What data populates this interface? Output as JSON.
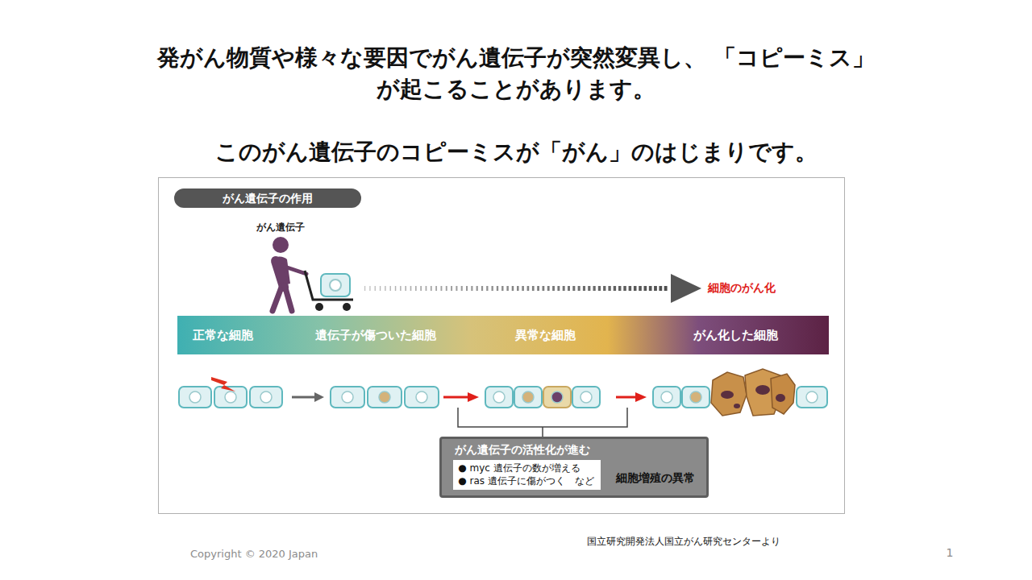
{
  "diagram": {
    "title": "発がん物質や様々な要因でがん遺伝子が突然変異し、 「コピーミス」が起こることがあります。",
    "nodes": [
      {
        "text": [
          "がん遺伝子の作用"
        ]
      },
      {
        "text": [
          "正常な細胞",
          "遺伝子が傷ついた細胞",
          "異常な細胞",
          "がん化した細胞"
        ]
      },
      {
        "text": [
          "がん遺伝子の活性化が進む",
          "細胞増殖の異常"
        ]
      },
      {
        "text": [
          "● myc 遺伝子の数が増える",
          "● ras 遺伝子に傷がつく　など"
        ],
        "in": 2
      }
    ],
    "labels": [
      "このがん遺伝子のコピーミスが「がん」のはじまりです。",
      "がん遺伝子",
      "細胞のがん化",
      "国立研究開発法人国立がん研究センターより",
      "Copyright © 2020 Japan",
      "1"
    ]
  }
}
